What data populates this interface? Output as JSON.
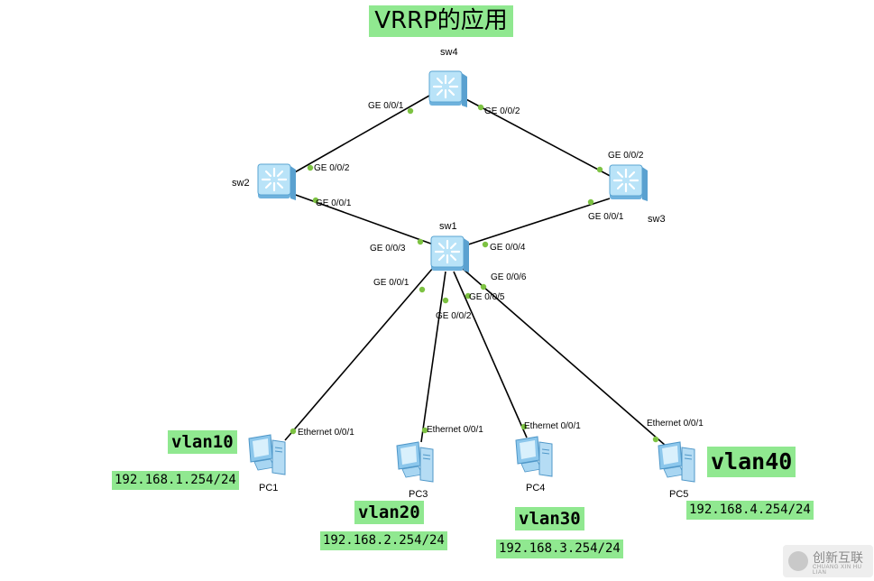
{
  "title": "VRRP的应用",
  "devices": {
    "sw4": "sw4",
    "sw2": "sw2",
    "sw3": "sw3",
    "sw1": "sw1",
    "pc1": "PC1",
    "pc3": "PC3",
    "pc4": "PC4",
    "pc5": "PC5"
  },
  "ports": {
    "sw4_ge001": "GE 0/0/1",
    "sw4_ge002": "GE 0/0/2",
    "sw2_ge002": "GE 0/0/2",
    "sw2_ge001": "GE 0/0/1",
    "sw3_ge002": "GE 0/0/2",
    "sw3_ge001": "GE 0/0/1",
    "sw1_ge003": "GE 0/0/3",
    "sw1_ge004": "GE 0/0/4",
    "sw1_ge001": "GE 0/0/1",
    "sw1_ge002": "GE 0/0/2",
    "sw1_ge005": "GE 0/0/5",
    "sw1_ge006": "GE 0/0/6",
    "pc1_eth": "Ethernet 0/0/1",
    "pc3_eth": "Ethernet 0/0/1",
    "pc4_eth": "Ethernet 0/0/1",
    "pc5_eth": "Ethernet 0/0/1"
  },
  "vlans": {
    "vlan10": "vlan10",
    "vlan20": "vlan20",
    "vlan30": "vlan30",
    "vlan40": "vlan40"
  },
  "ips": {
    "vlan10": "192.168.1.254/24",
    "vlan20": "192.168.2.254/24",
    "vlan30": "192.168.3.254/24",
    "vlan40": "192.168.4.254/24"
  },
  "colors": {
    "label_bg": "#90e890",
    "link": "#000000",
    "port_dot": "#7dc242",
    "switch_body": "#9fd4f2"
  },
  "watermark": {
    "name": "创新互联",
    "sub": "CHUANG XIN HU LIAN"
  }
}
